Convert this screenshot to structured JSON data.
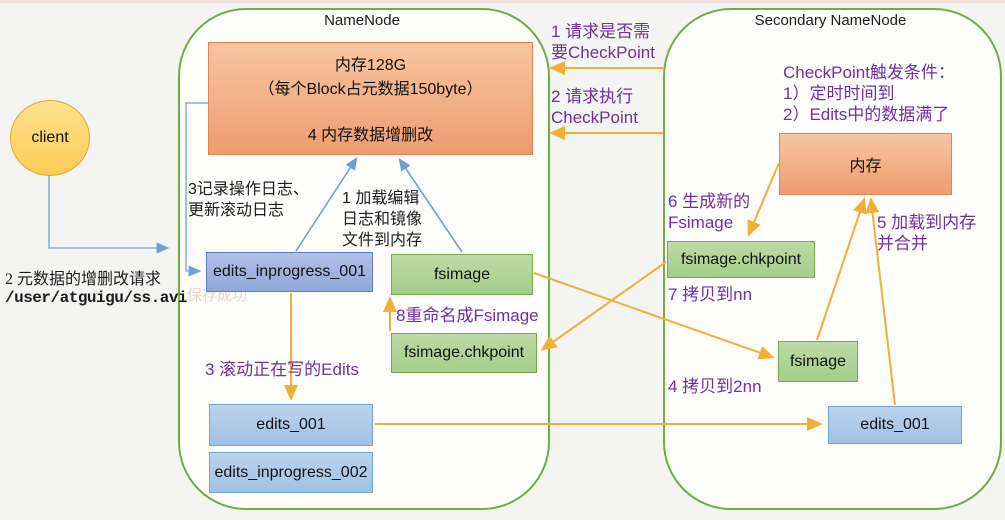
{
  "colors": {
    "container_border": "#70AD47",
    "orange_arrow": "#F2AF35",
    "blue_arrow": "#6F9FD6",
    "purple_text": "#7030A0",
    "memory_box_fill": "#F0A678",
    "edits_box_fill": "#A9C4E8",
    "fsimage_box_fill": "#AFD396"
  },
  "client": {
    "label": "client",
    "request_line1": "2 元数据的增删改请求",
    "request_line2": "/user/atguigu/ss.avi"
  },
  "namenode": {
    "title": "NameNode",
    "memory_box": {
      "line1": "内存128G",
      "line2": "（每个Block占元数据150byte）",
      "line3": "4 内存数据增删改"
    },
    "note_record_log": "3记录操作日志、\n更新滚动日志",
    "note_load": "1 加载编辑\n日志和镜像\n文件到内存",
    "note_rename": "8重命名成Fsimage",
    "note_roll_edits": "3 滚动正在写的Edits",
    "box_edits_inprogress_001": "edits_inprogress_001",
    "box_fsimage": "fsimage",
    "box_fsimage_chkpoint": "fsimage.chkpoint",
    "box_edits_001": "edits_001",
    "box_edits_inprogress_002": "edits_inprogress_002",
    "ghost_toast": "保存成功"
  },
  "channel": {
    "msg1": "1 请求是否需\n要CheckPoint",
    "msg2": "2 请求执行\nCheckPoint"
  },
  "secondary": {
    "title": "Secondary NameNode",
    "trigger_note": "CheckPoint触发条件：\n1）定时时间到\n2）Edits中的数据满了",
    "box_memory": "内存",
    "note_generate": "6 生成新的\nFsimage",
    "box_fsimage_chkpoint": "fsimage.chkpoint",
    "note_copy_nn": "7 拷贝到nn",
    "box_fsimage": "fsimage",
    "note_copy_2nn": "4 拷贝到2nn",
    "note_load_merge": "5 加载到内存\n并合并",
    "box_edits_001": "edits_001"
  }
}
